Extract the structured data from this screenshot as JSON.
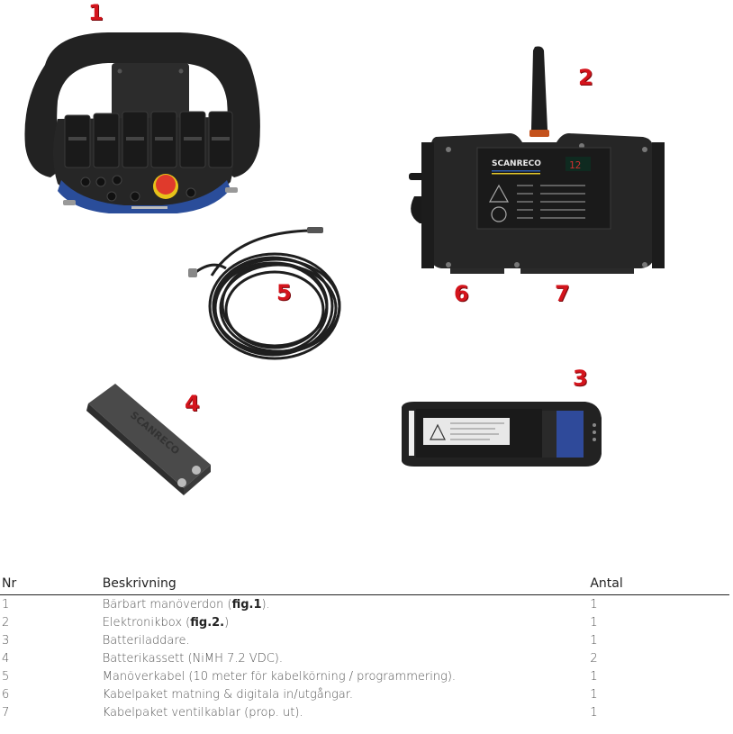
{
  "figure": {
    "callouts": [
      {
        "id": "1",
        "label": "1"
      },
      {
        "id": "2",
        "label": "2"
      },
      {
        "id": "3",
        "label": "3"
      },
      {
        "id": "4",
        "label": "4"
      },
      {
        "id": "5",
        "label": "5"
      },
      {
        "id": "6",
        "label": "6"
      },
      {
        "id": "7",
        "label": "7"
      }
    ],
    "box_brand": "SCANRECO",
    "battery_brand": "SCANRECO",
    "callout_color": "#d4141c"
  },
  "table": {
    "headers": {
      "nr": "Nr",
      "description": "Beskrivning",
      "qty": "Antal"
    },
    "rows": [
      {
        "nr": "1",
        "desc_pre": "Bärbart manöverdon (",
        "desc_ref": "fig.1",
        "desc_post": ").",
        "qty": "1"
      },
      {
        "nr": "2",
        "desc_pre": "Elektronikbox (",
        "desc_ref": "fig.2.",
        "desc_post": ")",
        "qty": "1"
      },
      {
        "nr": "3",
        "desc_pre": "Batteriladdare.",
        "desc_ref": "",
        "desc_post": "",
        "qty": "1"
      },
      {
        "nr": "4",
        "desc_pre": "Batterikassett (NiMH 7.2 VDC).",
        "desc_ref": "",
        "desc_post": "",
        "qty": "2"
      },
      {
        "nr": "5",
        "desc_pre": "Manöverkabel (10 meter för kabelkörning / programmering).",
        "desc_ref": "",
        "desc_post": "",
        "qty": "1"
      },
      {
        "nr": "6",
        "desc_pre": "Kabelpaket matning & digitala in/utgångar.",
        "desc_ref": "",
        "desc_post": "",
        "qty": "1"
      },
      {
        "nr": "7",
        "desc_pre": "Kabelpaket ventilkablar (prop. ut).",
        "desc_ref": "",
        "desc_post": "",
        "qty": "1"
      }
    ]
  }
}
